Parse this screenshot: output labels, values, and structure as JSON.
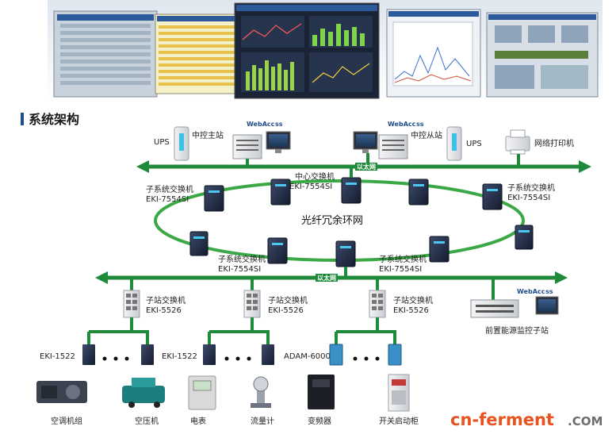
{
  "section_title": "系统架构",
  "top_nodes": {
    "ups_left": "UPS",
    "master_station": "中控主站",
    "slave_station": "中控从站",
    "ups_right": "UPS",
    "network_printer": "网络打印机",
    "webaccess_left": "WebAcc",
    "webaccess_left_suffix": "ss",
    "webaccess_right": "WebAcc",
    "webaccess_right_suffix": "ss"
  },
  "ethernet_top": "以太网",
  "ring": {
    "label": "光纤冗余环网",
    "center_switch": {
      "name": "中心交换机",
      "model": "EKI-7554SI"
    },
    "sub_left_top": {
      "name": "子系统交换机",
      "model": "EKI-7554SI"
    },
    "sub_right_top": {
      "name": "子系统交换机",
      "model": "EKI-7554SI"
    },
    "sub_left_bottom": {
      "name": "子系统交换机",
      "model": "EKI-7554SI"
    },
    "sub_right_bottom": {
      "name": "子系统交换机",
      "model": "EKI-7554SI"
    }
  },
  "ethernet_bottom": "以太网",
  "station_switches": [
    {
      "name": "子站交换机",
      "model": "EKI-5526"
    },
    {
      "name": "子站交换机",
      "model": "EKI-5526"
    },
    {
      "name": "子站交换机",
      "model": "EKI-5526"
    }
  ],
  "energy_station": {
    "name": "前置能源监控子站",
    "webaccess": "WebAcc",
    "webaccess_suffix": "ss"
  },
  "edge_devices": {
    "left": "EKI-1522",
    "middle": "EKI-1522",
    "right": "ADAM-6000"
  },
  "equipment": [
    "空调机组",
    "空压机",
    "电表",
    "流量计",
    "变频器",
    "开关启动柜"
  ],
  "watermark": {
    "main": "cn-ferment",
    "suffix": ".COM"
  },
  "colors": {
    "bus_green": "#1f8a3a",
    "ring_green": "#3aa845",
    "title_bar": "#1f4e8c",
    "watermark_orange": "#e8531f"
  }
}
